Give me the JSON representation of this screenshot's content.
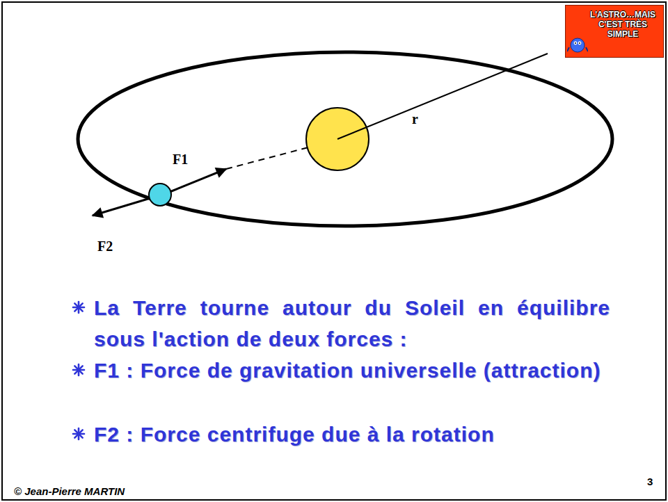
{
  "diagram": {
    "nodes": [
      {
        "text": [
          "L'ASTRO…MAIS C'EST TRÈS SIMPLE"
        ]
      }
    ],
    "labels": [
      "r",
      "F1",
      "F2",
      "La Terre tourne autour du Soleil en équilibre sous l'action de deux forces :",
      "F1 : Force de gravitation universelle (attraction)",
      "F2 : Force centrifuge due à la rotation",
      "© Jean-Pierre MARTIN",
      "3"
    ]
  }
}
